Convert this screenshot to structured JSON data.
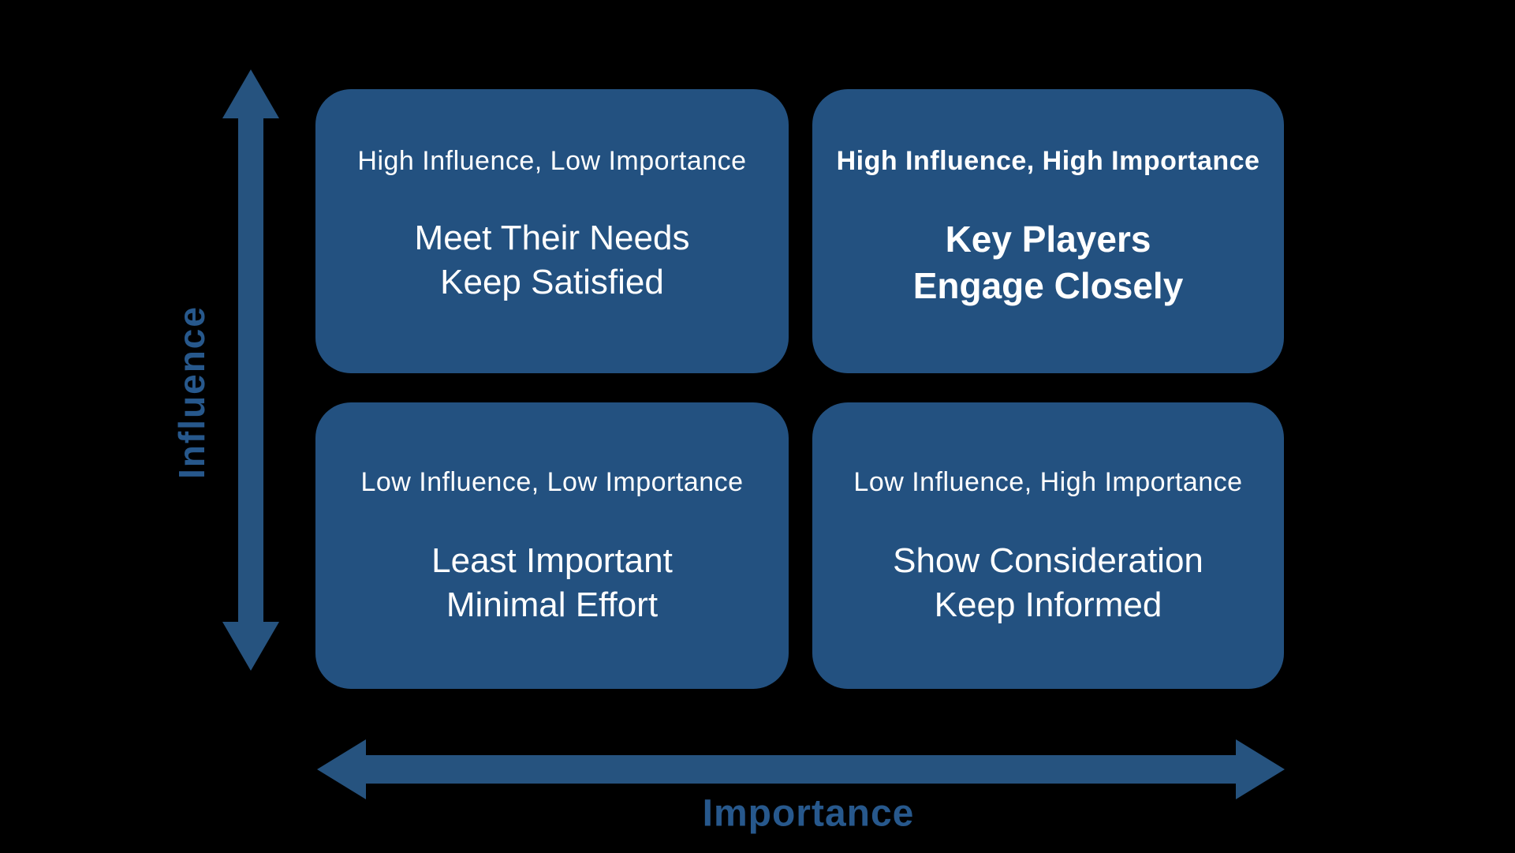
{
  "colors": {
    "background": "#000000",
    "quadrant_fill": "#235180",
    "arrow": "#26537F",
    "axis_label_text": "#27588C",
    "quadrant_text": "#FFFFFF"
  },
  "axes": {
    "y": {
      "label": "Influence"
    },
    "x": {
      "label": "Importance"
    }
  },
  "quadrants": [
    {
      "position": "top-left",
      "label": "High Influence, Low Importance",
      "line1": "Meet Their Needs",
      "line2": "Keep Satisfied",
      "emphasized": false
    },
    {
      "position": "top-right",
      "label": "High Influence, High Importance",
      "line1": "Key Players",
      "line2": "Engage Closely",
      "emphasized": true
    },
    {
      "position": "bottom-left",
      "label": "Low Influence, Low Importance",
      "line1": "Least Important",
      "line2": "Minimal Effort",
      "emphasized": false
    },
    {
      "position": "bottom-right",
      "label": "Low Influence, High Importance",
      "line1": "Show Consideration",
      "line2": "Keep Informed",
      "emphasized": false
    }
  ]
}
